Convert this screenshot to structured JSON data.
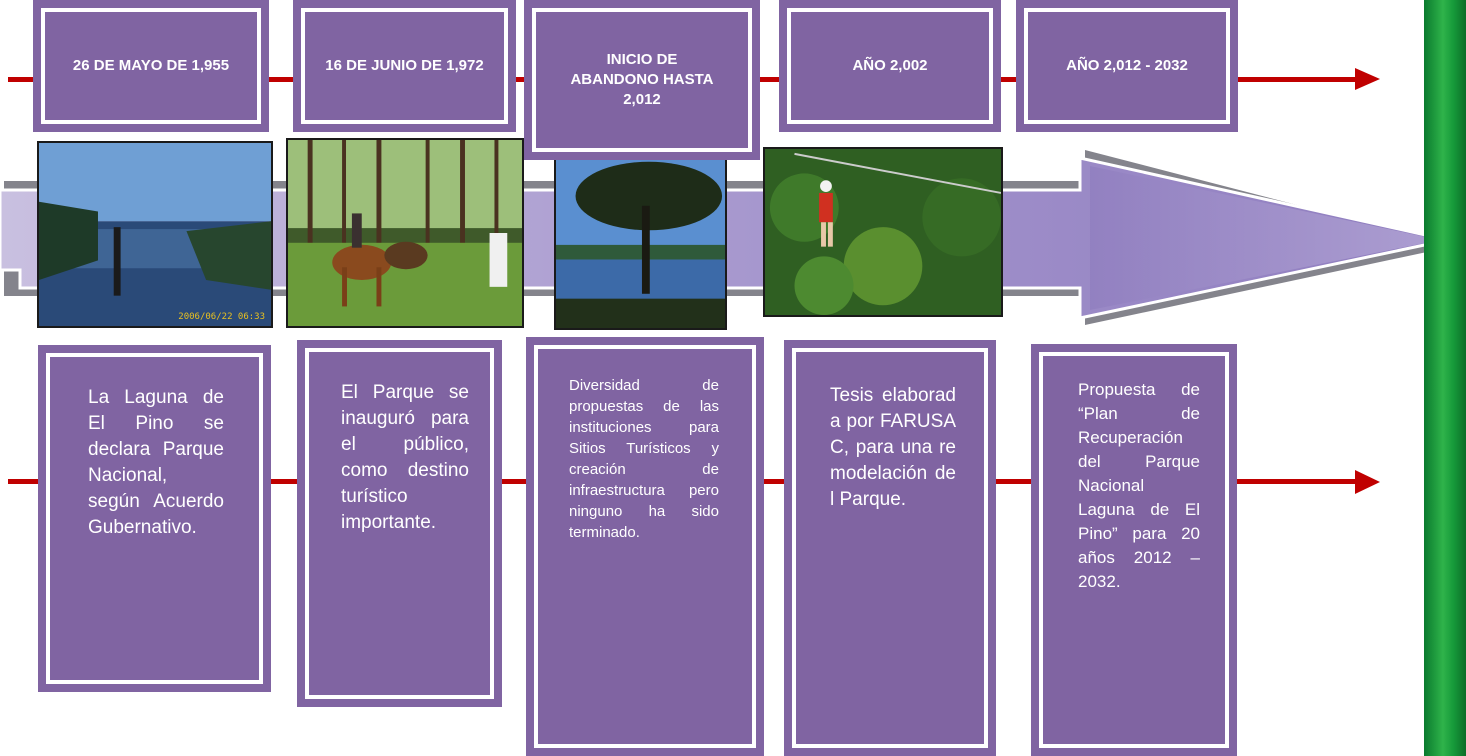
{
  "timeline": {
    "dates": [
      "26 DE MAYO DE 1,955",
      "16 DE JUNIO DE 1,972",
      "INICIO DE ABANDONO HASTA 2,012",
      "AÑO 2,002",
      "AÑO 2,012 - 2032"
    ],
    "descriptions": [
      "La Laguna de El Pino se declara Parque Nacional, según Acuerdo Gubernativo.",
      "El Parque se inauguró para el público, como destino turístico importante.",
      "Diversidad de propuestas de las instituciones para Sitios Turísticos y creación de infraestructura pero ninguno ha sido terminado.",
      "Tesis elaborada por FARUSAC, para una remodelación del Parque.",
      "Propuesta de “Plan de Recuperación del Parque Nacional Laguna de El Pino” para 20 años 2012 – 2032."
    ],
    "photo_stamp": "2006/06/22 06:33"
  },
  "colors": {
    "box": "#8064a2",
    "box_border": "#ffffff",
    "timeline_line": "#c00000",
    "big_arrow": "#9d8cc4",
    "side_bar": "#1ea03f"
  },
  "icons": [
    "red-arrow-icon",
    "big-arrow-icon"
  ]
}
